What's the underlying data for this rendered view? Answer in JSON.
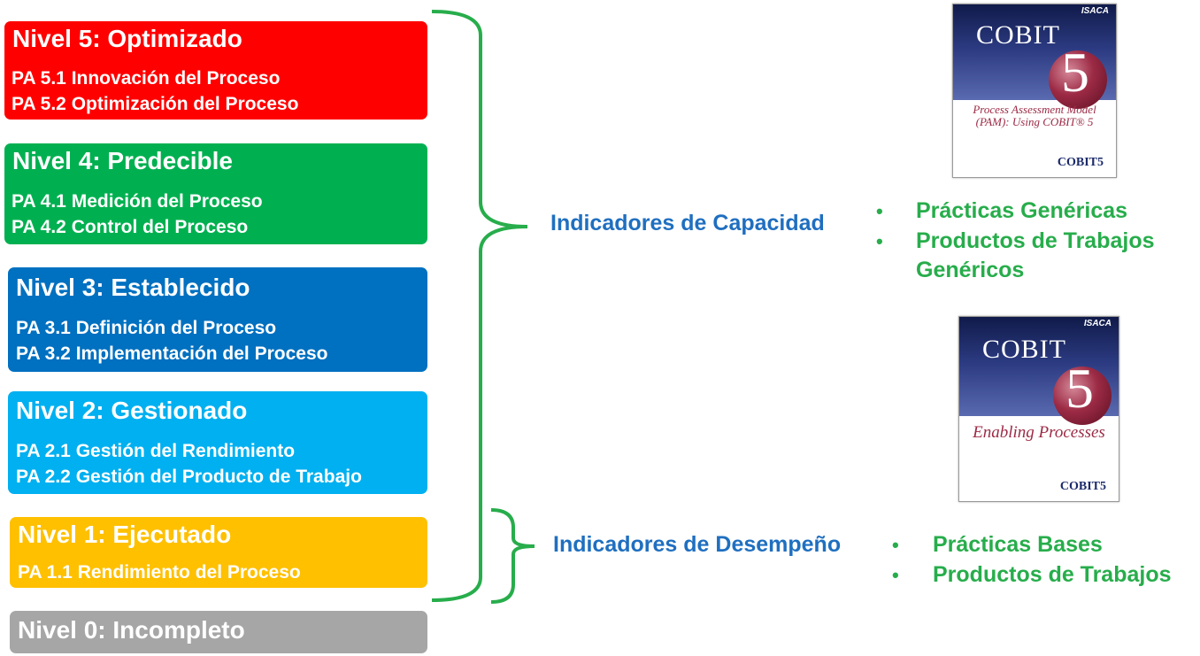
{
  "levels": [
    {
      "title": "Nivel 5: Optimizado",
      "color": "#ff0000",
      "pas": [
        "PA 5.1 Innovación del Proceso",
        "PA 5.2 Optimización del Proceso"
      ]
    },
    {
      "title": "Nivel 4: Predecible",
      "color": "#00b050",
      "pas": [
        "PA 4.1 Medición del Proceso",
        "PA 4.2 Control del Proceso"
      ]
    },
    {
      "title": "Nivel 3: Establecido",
      "color": "#0070c0",
      "pas": [
        "PA 3.1 Definición del Proceso",
        "PA 3.2 Implementación del Proceso"
      ]
    },
    {
      "title": "Nivel 2: Gestionado",
      "color": "#00b0f0",
      "pas": [
        "PA 2.1 Gestión del Rendimiento",
        "PA 2.2 Gestión del Producto de Trabajo"
      ]
    },
    {
      "title": "Nivel 1: Ejecutado",
      "color": "#ffc000",
      "pas": [
        "PA 1.1 Rendimiento del Proceso"
      ]
    },
    {
      "title": "Nivel 0: Incompleto",
      "color": "#a6a6a6",
      "pas": []
    }
  ],
  "capacity": {
    "label": "Indicadores de Capacidad",
    "bullet": "•",
    "items": [
      "Prácticas Genéricas",
      "Productos de Trabajos",
      "Genéricos"
    ]
  },
  "performance": {
    "label": "Indicadores de Desempeño",
    "bullet": "•",
    "items": [
      "Prácticas Bases",
      "Productos de Trabajos"
    ]
  },
  "books": [
    {
      "publisher": "ISACA",
      "brand": "COBIT",
      "number": "5",
      "subtitle": "Process Assessment Model (PAM): Using COBIT® 5",
      "logo": "COBIT5"
    },
    {
      "publisher": "ISACA",
      "brand": "COBIT",
      "number": "5",
      "subtitle": "Enabling Processes",
      "logo": "COBIT5"
    }
  ],
  "colors": {
    "bracket": "#27ad4b",
    "indicator_text": "#1f6fc0",
    "bullet_text": "#27ad4b"
  }
}
